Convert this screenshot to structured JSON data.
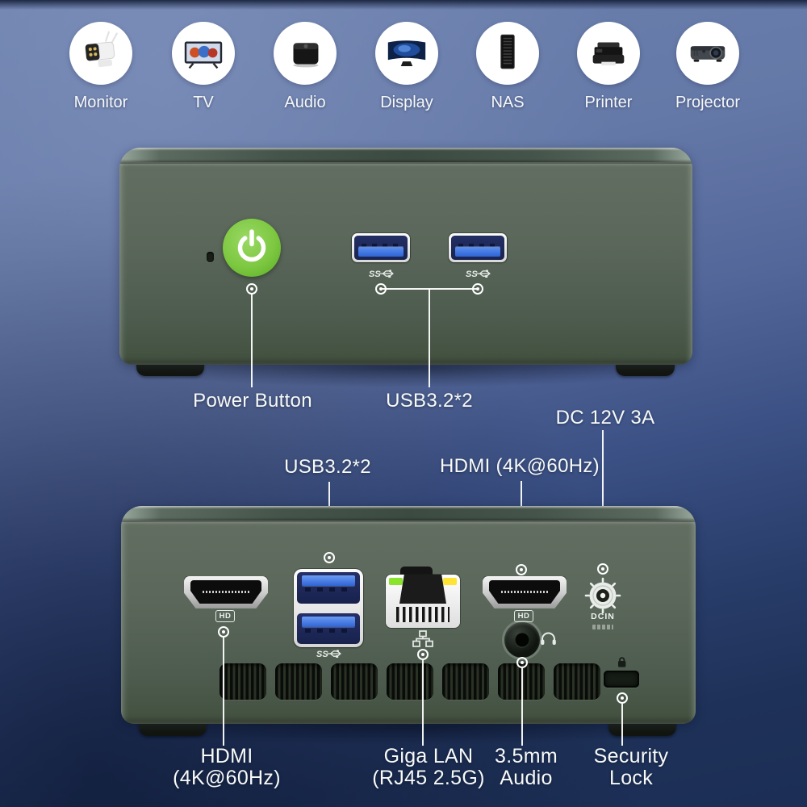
{
  "icons": [
    {
      "label": "Monitor"
    },
    {
      "label": "TV"
    },
    {
      "label": "Audio"
    },
    {
      "label": "Display"
    },
    {
      "label": "NAS"
    },
    {
      "label": "Printer"
    },
    {
      "label": "Projector"
    }
  ],
  "front": {
    "power_label": "Power Button",
    "usb_label": "USB3.2*2",
    "ss_badge": "SS"
  },
  "rear": {
    "usb_top_label": "USB3.2*2",
    "hdmi_top_label": "HDMI (4K@60Hz)",
    "dc_label": "DC 12V 3A",
    "hd_badge": "HD",
    "dcin_label": "DCIN",
    "ss_badge": "SS",
    "bottom_labels": [
      {
        "line1": "HDMI",
        "line2": "(4K@60Hz)"
      },
      {
        "line1": "Giga LAN",
        "line2": "(RJ45 2.5G)"
      },
      {
        "line1": "3.5mm",
        "line2": "Audio"
      },
      {
        "line1": "Security",
        "line2": "Lock"
      }
    ]
  },
  "colors": {
    "background_top": "#6c80ae",
    "background_bottom": "#1c2e55",
    "chassis_green": "#57655a",
    "power_button_green": "#7cc740",
    "usb_blue": "#2f63d4",
    "lan_led_green": "#8ce32c",
    "lan_led_yellow": "#ffe435",
    "callout_white": "#ffffff"
  }
}
